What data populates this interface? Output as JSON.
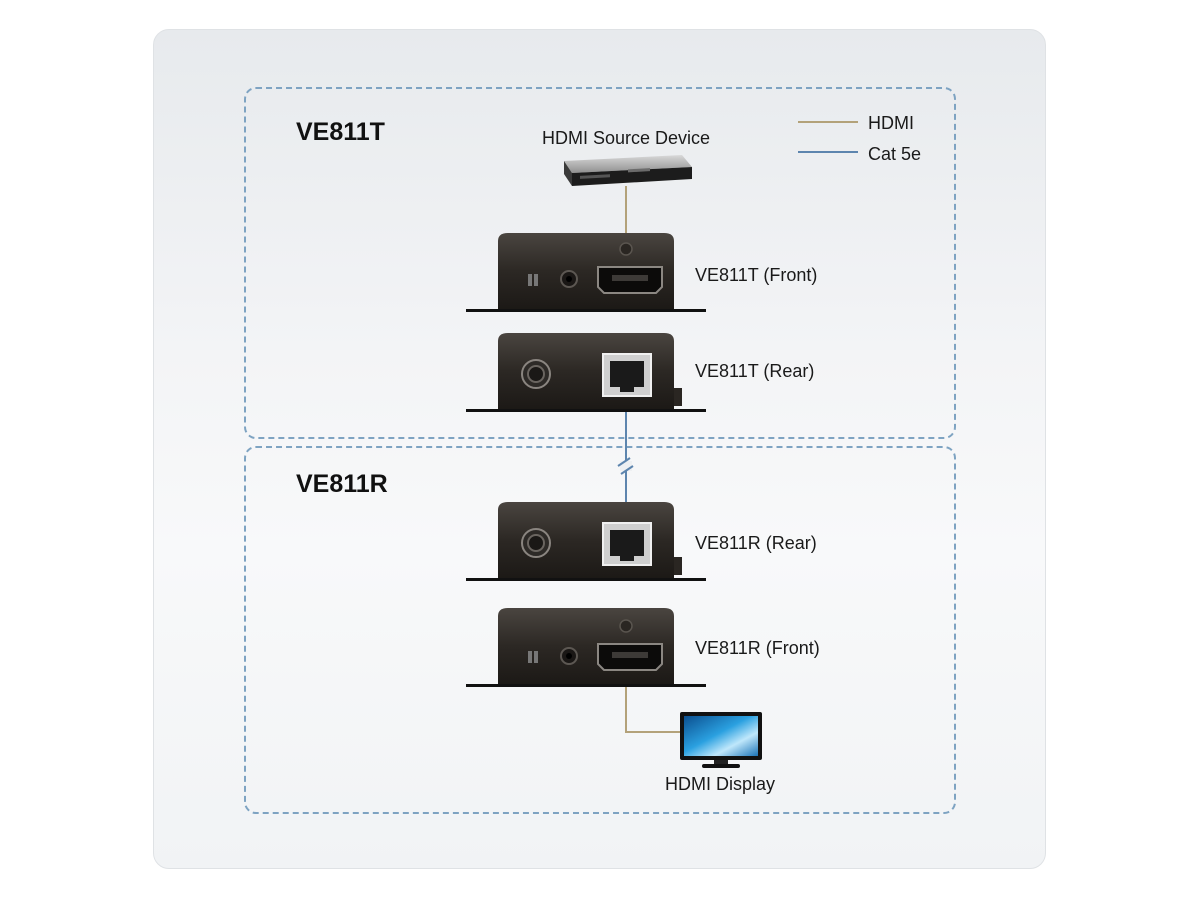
{
  "groups": {
    "transmitter": {
      "title": "VE811T"
    },
    "receiver": {
      "title": "VE811R"
    }
  },
  "legend": [
    {
      "label": "HDMI",
      "color": "#b3a27a"
    },
    {
      "label": "Cat 5e",
      "color": "#5d85ae"
    }
  ],
  "devices": {
    "source": {
      "label": "HDMI Source Device",
      "icon": "dvd-player-icon"
    },
    "t_front": {
      "label": "VE811T (Front)",
      "icon": "extender-front-icon"
    },
    "t_rear": {
      "label": "VE811T (Rear)",
      "icon": "extender-rear-icon"
    },
    "r_rear": {
      "label": "VE811R (Rear)",
      "icon": "extender-rear-icon"
    },
    "r_front": {
      "label": "VE811R (Front)",
      "icon": "extender-front-icon"
    },
    "display": {
      "label": "HDMI Display",
      "icon": "monitor-icon"
    }
  }
}
